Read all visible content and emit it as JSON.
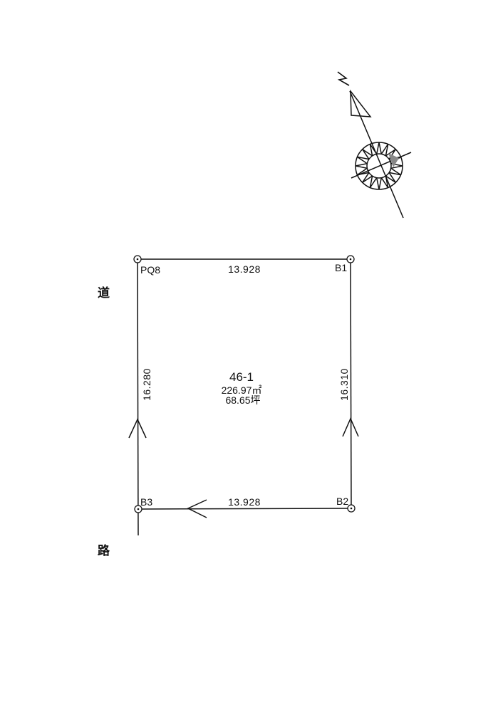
{
  "road_label": [
    "道",
    "路"
  ],
  "parcel": {
    "id": "46-1",
    "area_m2": "226.97㎡",
    "area_tsubo": "68.65坪"
  },
  "points": {
    "top_left": "PQ8",
    "top_right": "B1",
    "bottom_right": "B2",
    "bottom_left": "B3"
  },
  "dimensions": {
    "top": "13.928",
    "bottom": "13.928",
    "left": "16.280",
    "right": "16.310"
  },
  "north_label": "N",
  "line_color": "#111111"
}
